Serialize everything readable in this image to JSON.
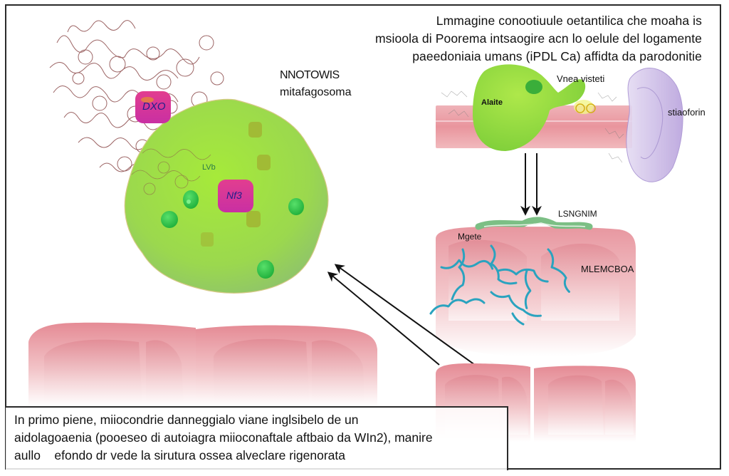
{
  "title_lines": [
    "Lmmagine conootiuule oetantilica che moaha is",
    "msioola di Poorema intsaogire acn lo oelule del logamente",
    "paeedoniaia umans (iPDL Ca) affidta da parodonitie"
  ],
  "labels": {
    "mitophagosome_heading_line1": "NNOTOWIS",
    "mitophagosome_heading_line2": "mitafagosoma",
    "protein_badge_top": "DXO",
    "protein_badge_center": "Nf3",
    "small_green_tag": "LVb",
    "vesicle_label": "Vnea visteti",
    "cell_label": "Alaite",
    "membrane_label": "stiaoforin",
    "fiber_label": "LSNGNIM",
    "surface_label": "Mgete",
    "matrix_label": "MLEMCBOA"
  },
  "caption_lines": [
    "In primo piene, miiocondrie danneggialo viane inglsibelo de un",
    "aidolagoaenia (pooeseo di autoiagra miioconaftale aftbaio da WIn2), manire",
    "aullo    efondo dr vede la sirutura ossea alveclare rigenorata"
  ],
  "colors": {
    "mitophagosome_fill": "#9ede4a",
    "organelle_green": "#33c244",
    "protein_magenta": "#d9338f",
    "tissue_pink": "#e9949c",
    "fiber_green": "#7cbf85",
    "collagen_teal": "#2aa3bf",
    "membrane_lavender": "#c9b6e4",
    "chain_brown": "#8b4a4a",
    "arrow": "#111111"
  }
}
